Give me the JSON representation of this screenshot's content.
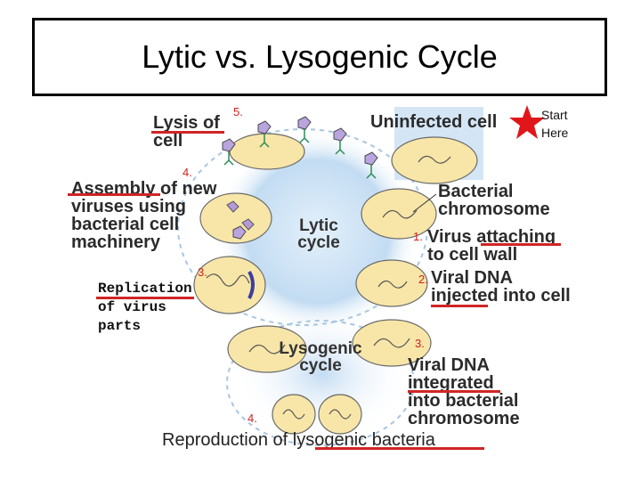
{
  "title": "Lytic vs. Lysogenic Cycle",
  "start": {
    "line1": "Start",
    "line2": "Here"
  },
  "labels": {
    "lysis_line1": "Lysis of",
    "lysis_line2": "cell",
    "uninfected": "Uninfected cell",
    "assembly_line1": "Assembly of new",
    "assembly_line2": "viruses using",
    "assembly_line3": "bacterial cell",
    "assembly_line4": "machinery",
    "bacterial_line1": "Bacterial",
    "bacterial_line2": "chromosome",
    "lytic_line1": "Lytic",
    "lytic_line2": "cycle",
    "attach_line1": "Virus attaching",
    "attach_line2": "to cell wall",
    "replication_line1": "Replication",
    "replication_line2": "of virus",
    "replication_line3": "parts",
    "viral_line1": "Viral DNA",
    "viral_line2": "injected into cell",
    "lysogenic_line1": "Lysogenic",
    "lysogenic_line2": "cycle",
    "integrated_line1": "Viral DNA",
    "integrated_line2": "integrated",
    "integrated_line3": "into bacterial",
    "integrated_line4": "chromosome",
    "reproduction": "Reproduction of lysogenic bacteria"
  },
  "steps": {
    "s5": "5.",
    "s4": "4.",
    "s1": "1.",
    "s3": "3.",
    "s2": "2.",
    "s3b": "3.",
    "s4b": "4."
  },
  "colors": {
    "accent_red": "#d21f1f",
    "cell_fill": "#f7e6a8",
    "cell_stroke": "#6a6a6a",
    "glow_blue": "#bcd8f0"
  }
}
